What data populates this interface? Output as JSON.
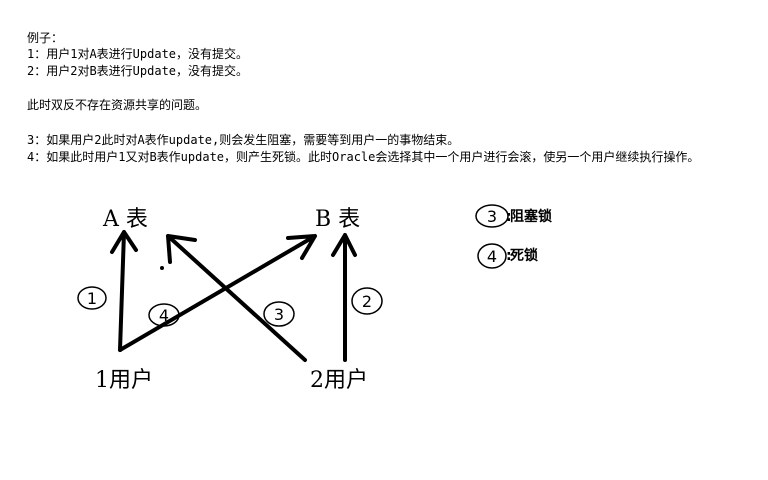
{
  "text": {
    "heading": "例子：",
    "line1": "1：用户1对A表进行Update，没有提交。",
    "line2": "2：用户2对B表进行Update，没有提交。",
    "line3": "此时双反不存在资源共享的问题。",
    "line4": "3：如果用户2此时对A表作update,则会发生阻塞，需要等到用户一的事物结束。",
    "line5": "4：如果此时用户1又对B表作update，则产生死锁。此时Oracle会选择其中一个用户进行会滚，使另一个用户继续执行操作。"
  },
  "diagram": {
    "table_a": "A 表",
    "table_b": "B 表",
    "user1": "1用户",
    "user2": "2用户",
    "step_labels": [
      "1",
      "2",
      "3",
      "4"
    ],
    "legend": [
      {
        "number": "3",
        "label": "阻塞锁"
      },
      {
        "number": "4",
        "label": "死锁"
      }
    ]
  }
}
